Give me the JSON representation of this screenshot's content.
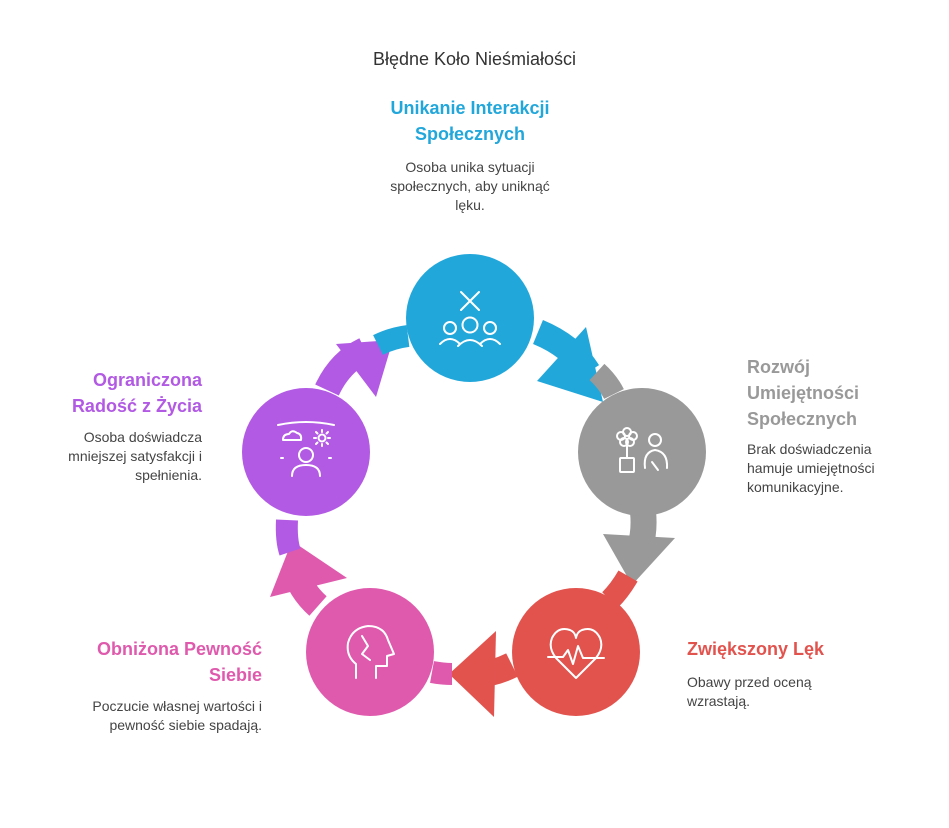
{
  "title": "Błędne Koło Nieśmiałości",
  "stages": [
    {
      "heading": "Unikanie Interakcji Społecznych",
      "description": "Osoba unika sytuacji społecznych, aby uniknąć lęku.",
      "color": "#22a7db",
      "icon": "avoid-people-icon"
    },
    {
      "heading": "Rozwój Umiejętności Społecznych",
      "description": "Brak doświadczenia hamuje umiejętności komunikacyjne.",
      "color": "#999999",
      "icon": "plant-person-icon"
    },
    {
      "heading": "Zwiększony Lęk",
      "description": "Obawy przed oceną wzrastają.",
      "color": "#e2534e",
      "icon": "heart-pulse-icon"
    },
    {
      "heading": "Obniżona Pewność Siebie",
      "description": "Poczucie własnej wartości i pewność siebie spadają.",
      "color": "#df5aad",
      "icon": "broken-head-icon"
    },
    {
      "heading": "Ograniczona Radość z Życia",
      "description": "Osoba doświadcza mniejszej satysfakcji i spełnienia.",
      "color": "#b25ae4",
      "icon": "weather-person-icon"
    }
  ]
}
